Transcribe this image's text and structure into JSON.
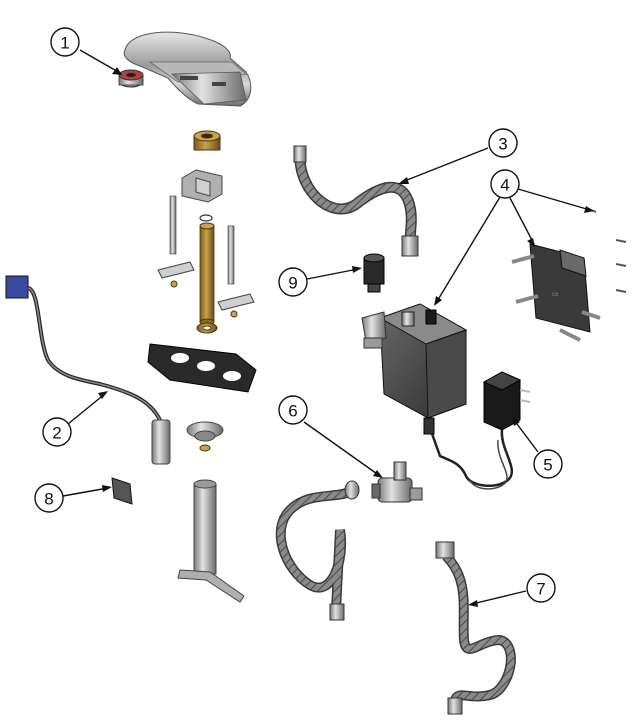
{
  "diagram": {
    "callouts": [
      {
        "id": "c1",
        "label": "1",
        "part": "aerator"
      },
      {
        "id": "c2",
        "label": "2",
        "part": "sensor-cable"
      },
      {
        "id": "c3",
        "label": "3",
        "part": "supply-hose"
      },
      {
        "id": "c4",
        "label": "4",
        "part": "control-module-mounting"
      },
      {
        "id": "c5",
        "label": "5",
        "part": "power-adapter"
      },
      {
        "id": "c6",
        "label": "6",
        "part": "mixing-valve"
      },
      {
        "id": "c7",
        "label": "7",
        "part": "outlet-hose"
      },
      {
        "id": "c8",
        "label": "8",
        "part": "mounting-clip"
      },
      {
        "id": "c9",
        "label": "9",
        "part": "filter-strainer"
      }
    ]
  }
}
